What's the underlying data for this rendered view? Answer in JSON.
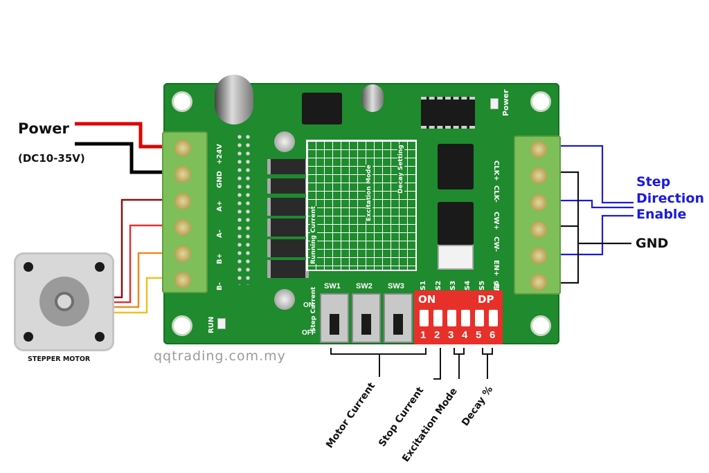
{
  "labels": {
    "power": "Power",
    "power_range": "(DC10-35V)",
    "step": "Step",
    "direction": "Direction",
    "enable": "Enable",
    "gnd": "GND",
    "stepper_motor": "STEPPER MOTOR",
    "watermark": "qqtrading.com.my",
    "motor_current": "Motor Current",
    "stop_current": "Stop Current",
    "excitation_mode": "Excitation Mode",
    "decay": "Decay %"
  },
  "board": {
    "left_terminals": [
      "+24V",
      "GND",
      "A+",
      "A-",
      "B+",
      "B-"
    ],
    "right_terminals": [
      "CLK+",
      "CLK-",
      "CW+",
      "CW-",
      "EN+",
      "EN-"
    ],
    "slide_switches": [
      "SW1",
      "SW2",
      "SW3"
    ],
    "on_label": "ON",
    "off_label": "OFF",
    "dip_top_labels": [
      "S1",
      "S2",
      "S3",
      "S4",
      "S5",
      "S6"
    ],
    "dip_numbers": [
      "1",
      "2",
      "3",
      "4",
      "5",
      "6"
    ],
    "dip_on": "ON",
    "dip_dp": "DP",
    "run_label": "RUN",
    "power_led_label": "Power",
    "table_running_current": "Running Current",
    "table_step_current": "Step Current",
    "table_excitation_mode": "Excitation Mode",
    "table_decay_setting": "Decay Setting"
  },
  "colors": {
    "pcb": "#1f8a2e",
    "terminal": "#7fbf5a",
    "dip": "#e8302a",
    "signal_wire": "#1a1adc",
    "power_wire": "#e00000",
    "ground_wire": "#000000"
  }
}
